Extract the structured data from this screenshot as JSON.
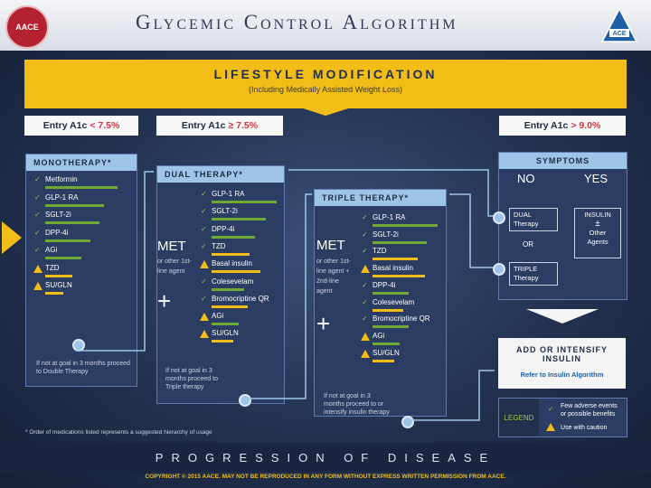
{
  "header": {
    "title": "Glycemic Control Algorithm",
    "logo_left_text": "AACE",
    "logo_right_text": "ACE"
  },
  "lifestyle": {
    "title": "LIFESTYLE MODIFICATION",
    "subtitle": "(Including Medically Assisted Weight Loss)"
  },
  "entries": [
    {
      "label": "Entry A1c",
      "value": "< 7.5%"
    },
    {
      "label": "Entry A1c",
      "value": "≥ 7.5%"
    },
    {
      "label": "Entry A1c",
      "value": "> 9.0%"
    }
  ],
  "mono": {
    "title": "MONOTHERAPY*",
    "items": [
      "Metformin",
      "GLP-1 RA",
      "SGLT-2i",
      "DPP-4i",
      "AGi",
      "TZD",
      "SU/GLN"
    ],
    "note": "If not at goal in 3 months proceed to Double Therapy"
  },
  "dual": {
    "title": "DUAL THERAPY*",
    "met": "MET",
    "met_sub": "or other 1st-line agent",
    "plus": "+",
    "items": [
      "GLP-1 RA",
      "SGLT-2i",
      "DPP-4i",
      "TZD",
      "Basal insulin",
      "Colesevelam",
      "Bromocriptine QR",
      "AGi",
      "SU/GLN"
    ],
    "note": "If not at goal in 3 months proceed to Triple therapy"
  },
  "triple": {
    "title": "TRIPLE THERAPY*",
    "met": "MET",
    "met_sub": "or other 1st-line agent + 2nd-line agent",
    "plus": "+",
    "items": [
      "GLP-1 RA",
      "SGLT-2i",
      "TZD",
      "Basal insulin",
      "DPP-4i",
      "Colesevelam",
      "Bromocriptine QR",
      "AGi",
      "SU/GLN"
    ],
    "note": "If not at goal in 3 months proceed to or intensify insulin therapy"
  },
  "symptoms": {
    "title": "SYMPTOMS",
    "no": "NO",
    "yes": "YES",
    "dual": "DUAL Therapy",
    "or": "OR",
    "triple": "TRIPLE Therapy",
    "insulin": "INSULIN",
    "pm": "±",
    "other": "Other Agents"
  },
  "insulin_box": {
    "title": "ADD OR INTENSIFY INSULIN",
    "link": "Refer to Insulin Algorithm"
  },
  "legend": {
    "title": "LEGEND",
    "item1": "Few adverse events or possible benefits",
    "item2": "Use with caution"
  },
  "footnote": "* Order of medications listed represents a suggested hierarchy of usage",
  "progression": "PROGRESSION OF DISEASE",
  "copyright": "COPYRIGHT © 2015 AACE. MAY NOT BE REPRODUCED IN ANY FORM WITHOUT EXPRESS WRITTEN PERMISSION FROM AACE.",
  "colors": {
    "navy": "#22304d",
    "gold": "#f2bd16",
    "light_blue": "#9ec5e8",
    "green": "#6eaa34",
    "red": "#d3343c"
  }
}
